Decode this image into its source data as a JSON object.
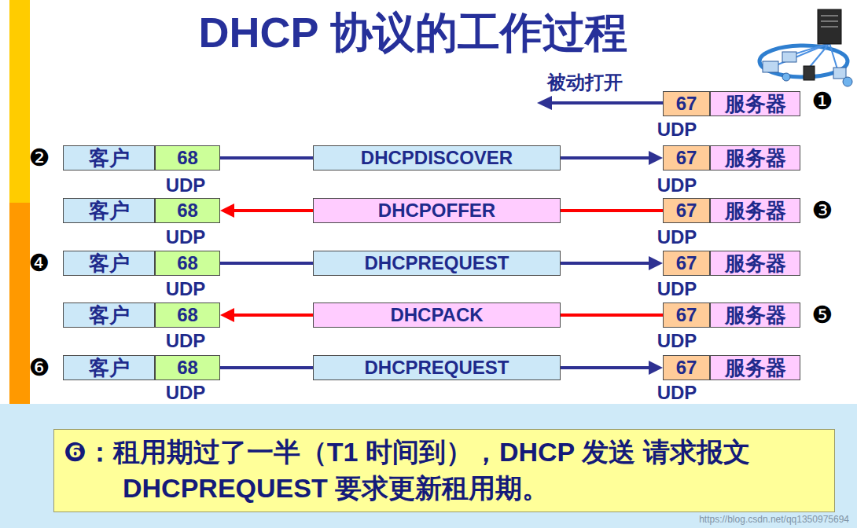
{
  "diagram": {
    "title": "DHCP 协议的工作过程",
    "nodes": [
      {
        "text": [
          "67"
        ]
      },
      {
        "text": [
          "服务器"
        ]
      },
      {
        "text": [
          "客户"
        ]
      },
      {
        "text": [
          "68"
        ]
      },
      {
        "text": [
          "DHCPDISCOVER"
        ]
      },
      {
        "text": [
          "67"
        ]
      },
      {
        "text": [
          "服务器"
        ]
      },
      {
        "text": [
          "客户"
        ]
      },
      {
        "text": [
          "68"
        ]
      },
      {
        "text": [
          "DHCPOFFER"
        ]
      },
      {
        "text": [
          "67"
        ]
      },
      {
        "text": [
          "服务器"
        ]
      },
      {
        "text": [
          "客户"
        ]
      },
      {
        "text": [
          "68"
        ]
      },
      {
        "text": [
          "DHCPREQUEST"
        ]
      },
      {
        "text": [
          "67"
        ]
      },
      {
        "text": [
          "服务器"
        ]
      },
      {
        "text": [
          "客户"
        ]
      },
      {
        "text": [
          "68"
        ]
      },
      {
        "text": [
          "DHCPACK"
        ]
      },
      {
        "text": [
          "67"
        ]
      },
      {
        "text": [
          "服务器"
        ]
      },
      {
        "text": [
          "客户"
        ]
      },
      {
        "text": [
          "68"
        ]
      },
      {
        "text": [
          "DHCPREQUEST"
        ]
      },
      {
        "text": [
          "67"
        ]
      },
      {
        "text": [
          "服务器"
        ]
      },
      {
        "text": [
          "❻：租用期过了一半（T1 时间到），DHCP 发送 请求报文 DHCPREQUEST 要求更新租用期。"
        ]
      }
    ],
    "edges": [
      {
        "from": 3,
        "to": 4,
        "arrow": "none"
      },
      {
        "from": 4,
        "to": 5,
        "arrow": "to"
      },
      {
        "from": 10,
        "to": 9,
        "arrow": "none"
      },
      {
        "from": 9,
        "to": 8,
        "arrow": "to"
      },
      {
        "from": 13,
        "to": 14,
        "arrow": "none"
      },
      {
        "from": 14,
        "to": 15,
        "arrow": "to"
      },
      {
        "from": 20,
        "to": 19,
        "arrow": "none"
      },
      {
        "from": 19,
        "to": 18,
        "arrow": "to"
      },
      {
        "from": 23,
        "to": 24,
        "arrow": "none"
      },
      {
        "from": 24,
        "to": 25,
        "arrow": "to"
      }
    ],
    "labels": [
      "被动打开",
      "❶",
      "UDP",
      "❷",
      "UDP",
      "UDP",
      "❸",
      "UDP",
      "UDP",
      "❹",
      "UDP",
      "UDP",
      "❺",
      "UDP",
      "UDP",
      "❻",
      "UDP",
      "UDP",
      "https://blog.csdn.net/qq1350975694"
    ]
  }
}
